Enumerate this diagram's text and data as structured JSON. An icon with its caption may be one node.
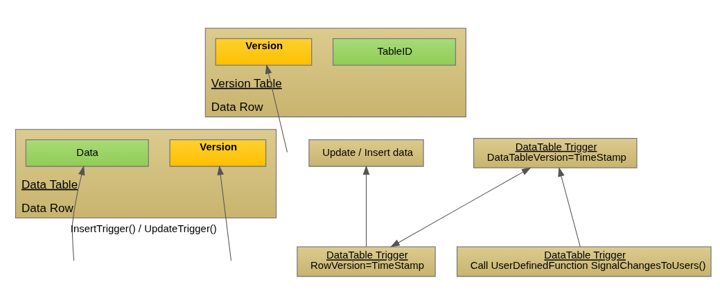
{
  "diagram": {
    "nodes": [
      {
        "text": [
          "Version Table",
          "Data Row"
        ]
      },
      {
        "text": [
          "TableID"
        ],
        "in": 0
      },
      {
        "text": [
          "Version"
        ],
        "in": 0
      },
      {
        "text": [
          "Data Table",
          "Data Row"
        ]
      },
      {
        "text": [
          "Data"
        ],
        "in": 3
      },
      {
        "text": [
          "Version"
        ],
        "in": 3
      },
      {
        "text": [
          "Update / Insert data"
        ]
      },
      {
        "text": [
          "DataTable Trigger",
          "RowVersion=TimeStamp"
        ]
      },
      {
        "text": [
          "DataTable Trigger",
          "DataTableVersion=TimeStamp"
        ]
      },
      {
        "text": [
          "DataTable Trigger",
          "Call UserDefinedFunction SignalChangesToUsers()"
        ]
      }
    ],
    "edges": [
      {
        "from": null,
        "to": 4,
        "arrow": "to",
        "label": "InsertTrigger() / UpdateTrigger()"
      },
      {
        "from": null,
        "to": 5,
        "arrow": "to"
      },
      {
        "from": null,
        "to": 2,
        "arrow": "to"
      },
      {
        "from": 7,
        "to": 6,
        "arrow": "to"
      },
      {
        "from": 7,
        "to": 8,
        "arrow": "both"
      },
      {
        "from": 9,
        "to": 8,
        "arrow": "to"
      }
    ]
  }
}
